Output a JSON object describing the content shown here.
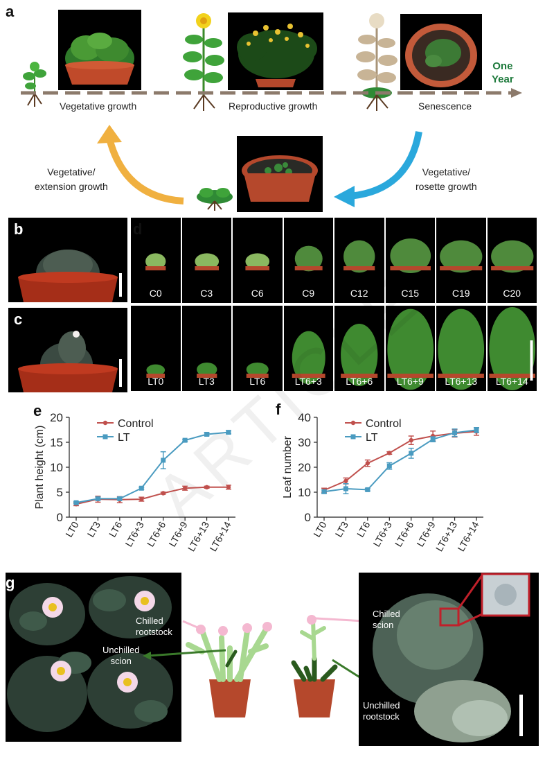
{
  "panels": {
    "a": "a",
    "b": "b",
    "c": "c",
    "d": "d",
    "e": "e",
    "f": "f",
    "g": "g"
  },
  "panel_a": {
    "stage_labels": [
      "Vegetative growth",
      "Reproductive growth",
      "Senescence"
    ],
    "timeline_end": [
      "One",
      "Year"
    ],
    "left_arrow_label": [
      "Vegetative/",
      "extension growth"
    ],
    "right_arrow_label": [
      "Vegetative/",
      "rosette growth"
    ]
  },
  "panel_d": {
    "control_tiles": [
      "C0",
      "C3",
      "C6",
      "C9",
      "C12",
      "C15",
      "C19",
      "C20"
    ],
    "lt_tiles": [
      "LT0",
      "LT3",
      "LT6",
      "LT6+3",
      "LT6+6",
      "LT6+9",
      "LT6+13",
      "LT6+14"
    ]
  },
  "watermark": "ARTICLE",
  "panel_g": {
    "left_labels": {
      "chilled_rootstock": [
        "Chilled",
        "rootstock"
      ],
      "unchilled_scion": [
        "Unchilled",
        "scion"
      ]
    },
    "right_labels": {
      "chilled_scion": [
        "Chilled",
        "scion"
      ],
      "unchilled_rootstock": [
        "Unchilled",
        "rootstock"
      ]
    }
  },
  "colors": {
    "control": "#c0504d",
    "lt": "#4a9bc0",
    "orange_arrow": "#f0b040",
    "blue_arrow": "#2aa8dc",
    "timeline": "#8c7a6b",
    "pot": "#b5482c",
    "green_text": "#1e7a3c"
  },
  "chart_data": [
    {
      "type": "line",
      "ylabel": "Plant height (cm)",
      "ylim": [
        0,
        20
      ],
      "yticks": [
        0,
        5,
        10,
        15,
        20
      ],
      "categories": [
        "LT0",
        "LT3",
        "LT6",
        "LT6+3",
        "LT6+6",
        "LT6+9",
        "LT6+13",
        "LT6+14"
      ],
      "series": [
        {
          "name": "Control",
          "color": "#c0504d",
          "values": [
            2.6,
            3.6,
            3.5,
            3.6,
            4.8,
            5.8,
            6.0,
            6.0
          ],
          "errors": [
            0.3,
            0.6,
            0.6,
            0.4,
            0.2,
            0.4,
            0.2,
            0.4
          ]
        },
        {
          "name": "LT",
          "color": "#4a9bc0",
          "values": [
            2.9,
            3.7,
            3.7,
            5.8,
            11.4,
            15.4,
            16.6,
            17.0
          ],
          "errors": [
            0.2,
            0.3,
            0.2,
            0.2,
            1.7,
            0.2,
            0.3,
            0.3
          ]
        }
      ],
      "legend": "top-left"
    },
    {
      "type": "line",
      "ylabel": "Leaf number",
      "ylim": [
        0,
        40
      ],
      "yticks": [
        0,
        10,
        20,
        30,
        40
      ],
      "categories": [
        "LT0",
        "LT3",
        "LT6",
        "LT6+3",
        "LT6+6",
        "LT6+9",
        "LT6+13",
        "LT6+14"
      ],
      "series": [
        {
          "name": "Control",
          "color": "#c0504d",
          "values": [
            10.8,
            14.5,
            21.6,
            25.7,
            30.8,
            32.5,
            33.6,
            34.3
          ],
          "errors": [
            0.8,
            1.2,
            1.3,
            0.5,
            1.7,
            2.0,
            1.5,
            1.5
          ]
        },
        {
          "name": "LT",
          "color": "#4a9bc0",
          "values": [
            10.2,
            11.4,
            11.0,
            20.5,
            25.6,
            31.2,
            33.8,
            34.9
          ],
          "errors": [
            0.7,
            2.0,
            0.5,
            1.3,
            2.0,
            1.0,
            1.5,
            1.0
          ]
        }
      ],
      "legend": "top-left"
    }
  ]
}
